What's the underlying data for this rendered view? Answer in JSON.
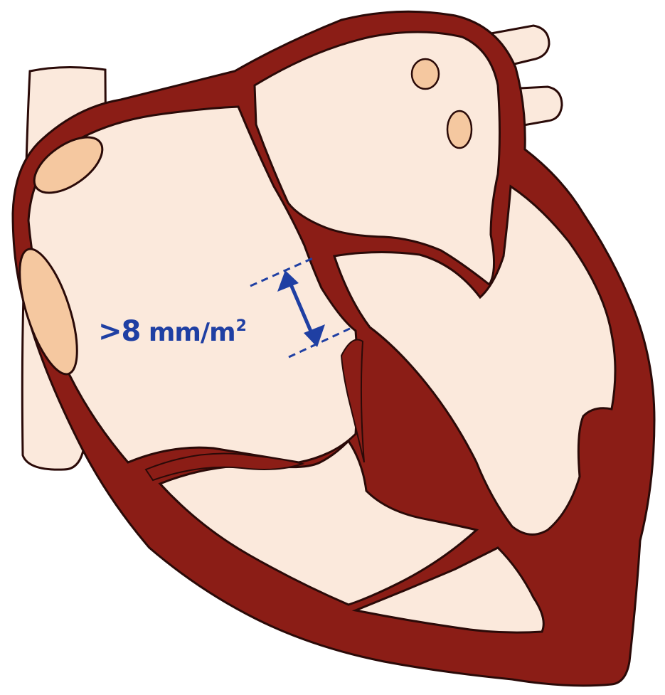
{
  "diagram": {
    "measurement": {
      "value": ">8",
      "unit": "mm/m",
      "exponent": "2"
    }
  },
  "colors": {
    "myocardium": "#8b1d16",
    "myocardium_outline": "#2a0a08",
    "chamber": "#fbe9dc",
    "vessel": "#fbe9dc",
    "valve": "#f5c8a0",
    "annotation": "#1f3fa3"
  }
}
